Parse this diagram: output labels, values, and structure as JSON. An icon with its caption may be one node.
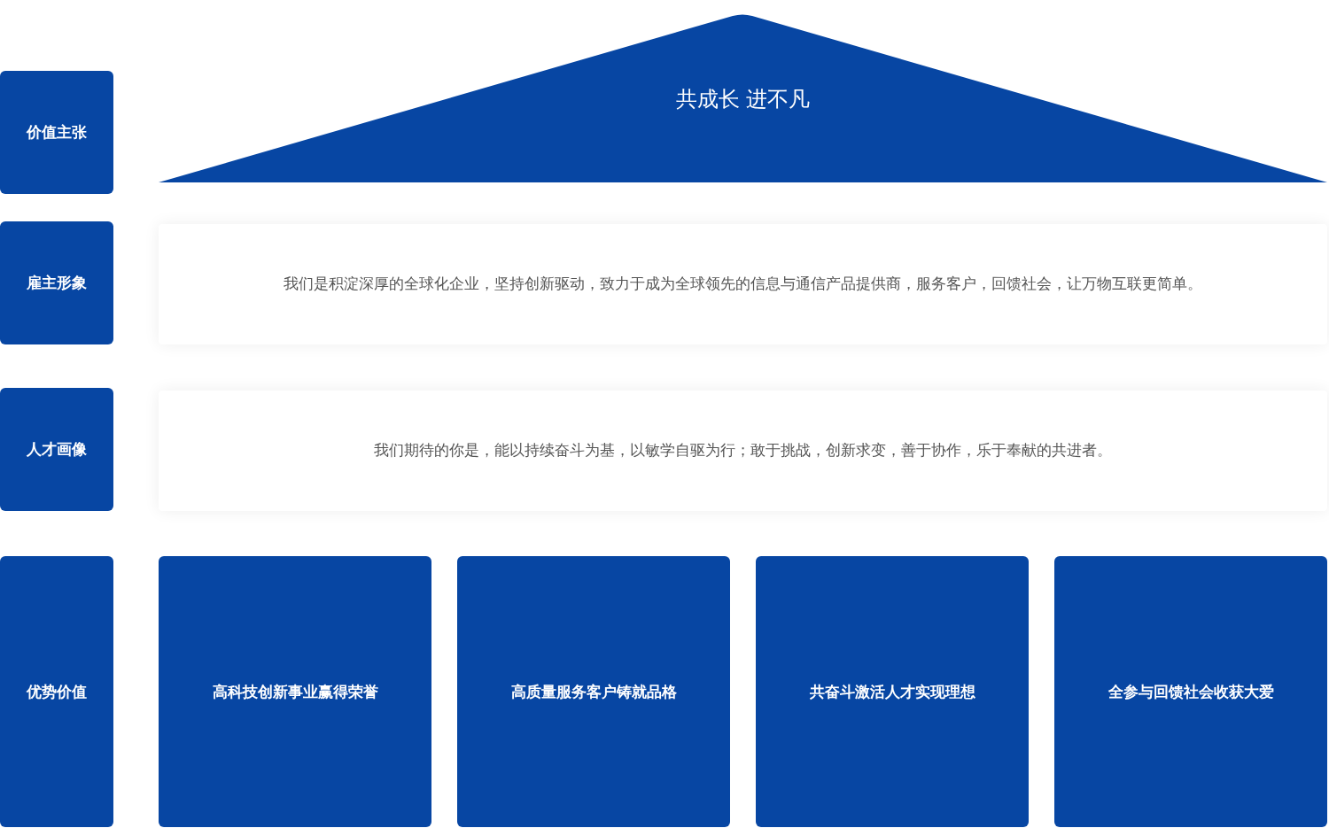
{
  "diagram": {
    "nodes": [
      {
        "text": [
          "价值主张"
        ]
      },
      {
        "text": [
          "共成长 进不凡"
        ]
      },
      {
        "text": [
          "雇主形象"
        ]
      },
      {
        "text": [
          "我们是积淀深厚的全球化企业，坚持创新驱动，致力于成为全球领先的信息与通信产品提供商，服务客户，回馈社会，让万物互联更简单。"
        ]
      },
      {
        "text": [
          "人才画像"
        ]
      },
      {
        "text": [
          "我们期待的你是，能以持续奋斗为基，以敏学自驱为行；敢于挑战，创新求变，善于协作，乐于奉献的共进者。"
        ]
      },
      {
        "text": [
          "优势价值"
        ]
      },
      {
        "text": [
          "高科技创新事业赢得荣誉"
        ]
      },
      {
        "text": [
          "高质量服务客户铸就品格"
        ]
      },
      {
        "text": [
          "共奋斗激活人才实现理想"
        ]
      },
      {
        "text": [
          "全参与回馈社会收获大爱"
        ]
      }
    ]
  }
}
